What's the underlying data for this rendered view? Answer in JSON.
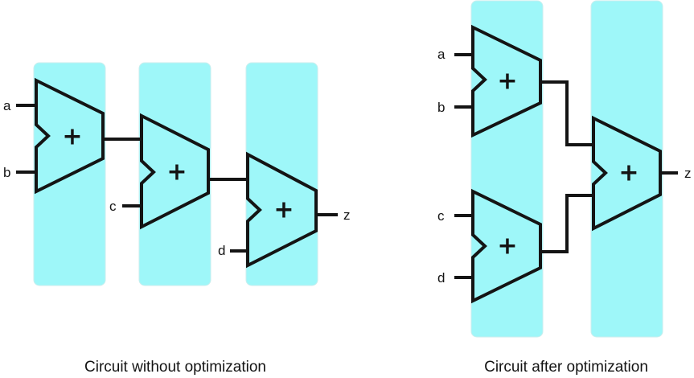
{
  "left_diagram": {
    "caption": "Circuit without optimization",
    "adders": [
      {
        "op": "+",
        "inputs": [
          "a",
          "b"
        ]
      },
      {
        "op": "+",
        "inputs": [
          "c"
        ]
      },
      {
        "op": "+",
        "inputs": [
          "d"
        ],
        "output": "z"
      }
    ]
  },
  "right_diagram": {
    "caption": "Circuit after optimization",
    "adders": [
      {
        "op": "+",
        "inputs": [
          "a",
          "b"
        ]
      },
      {
        "op": "+",
        "inputs": [
          "c",
          "d"
        ]
      },
      {
        "op": "+",
        "output": "z"
      }
    ]
  },
  "colors": {
    "lane": "#9ef7f9",
    "stroke": "#141414",
    "background": "#ffffff"
  }
}
